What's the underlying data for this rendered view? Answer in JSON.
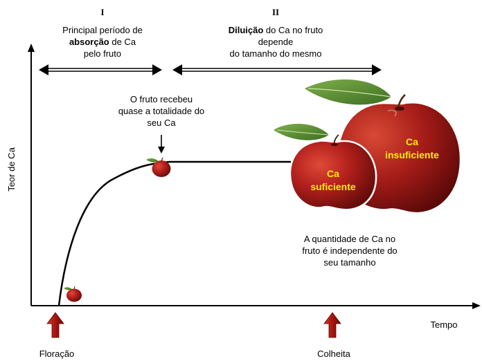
{
  "periods": {
    "first": {
      "numeral": "I",
      "line1": "Principal período de",
      "line2_bold": "absorção",
      "line2_rest": " de Ca",
      "line3": "pelo fruto"
    },
    "second": {
      "numeral": "II",
      "line1_bold": "Diluição",
      "line1_rest": " do Ca no fruto",
      "line2": "depende",
      "line3": "do tamanho do mesmo"
    }
  },
  "axes": {
    "y_label": "Teor de Ca",
    "x_label": "Tempo"
  },
  "notes": {
    "fruit_received": [
      "O fruto recebeu",
      "quase a totalidade do",
      "seu Ca"
    ],
    "quantity_independent": [
      "A quantidade de Ca no",
      "fruto é independente do",
      "seu tamanho"
    ]
  },
  "apples": {
    "small_label": [
      "Ca",
      "suficiente"
    ],
    "large_label": [
      "Ca",
      "insuficiente"
    ]
  },
  "stages": {
    "flowering": "Floração",
    "harvest": "Colheita"
  },
  "colors": {
    "apple_red": "#b3201c",
    "apple_dark": "#6d0d0b",
    "leaf_green": "#4e8a2e",
    "label_yellow": "#ffee00",
    "stage_arrow": "#a8140e"
  }
}
